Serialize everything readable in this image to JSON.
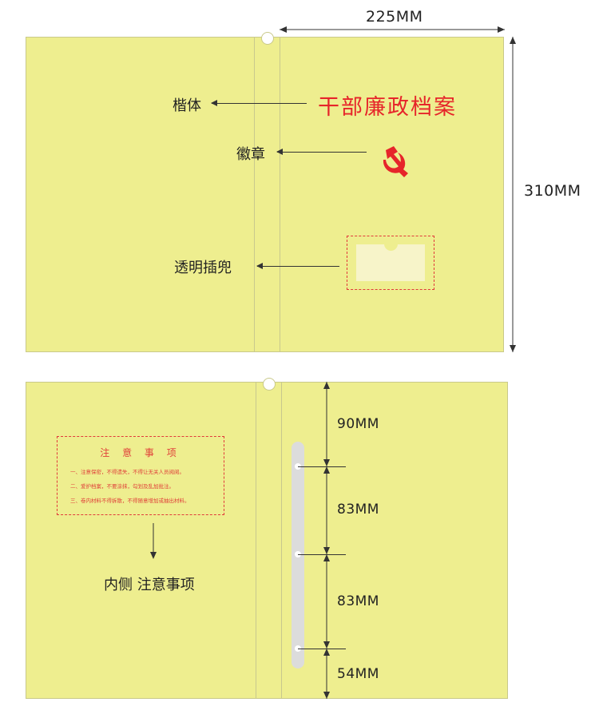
{
  "front": {
    "width_label": "225MM",
    "height_label": "310MM",
    "title": "干部廉政档案",
    "title_annotation": "楷体",
    "emblem_annotation": "徽章",
    "emblem_icon": "party-emblem-hammer-sickle",
    "pocket_annotation": "透明插兜"
  },
  "back": {
    "notice": {
      "title": "注 意 事 项",
      "lines": [
        "一、注意保密，不得遗失，不得让无关人员阅阅。",
        "二、爱护档案，不要涂抹，勾划及乱加批注。",
        "三、卷内材料不得拆散，不得随意增加或抽出材料。"
      ]
    },
    "notice_annotation": "内侧  注意事项",
    "spacings": [
      "90MM",
      "83MM",
      "83MM",
      "54MM"
    ]
  },
  "colors": {
    "panel": "#eeee8f",
    "accent_red": "#e6252a",
    "binder": "#dcdcdc"
  }
}
